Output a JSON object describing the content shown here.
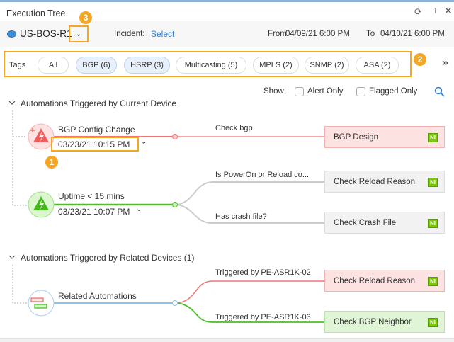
{
  "window": {
    "title": "Execution Tree"
  },
  "header": {
    "device": "US-BOS-R1",
    "incident_label": "Incident:",
    "incident_value": "Select",
    "from_label": "From",
    "from_value": "04/09/21 6:00 PM",
    "to_label": "To",
    "to_value": "04/10/21 6:00 PM"
  },
  "tags": {
    "label": "Tags",
    "items": [
      {
        "label": "All",
        "selected": false
      },
      {
        "label": "BGP (6)",
        "selected": true
      },
      {
        "label": "HSRP (3)",
        "selected": true
      },
      {
        "label": "Multicasting (5)",
        "selected": false
      },
      {
        "label": "MPLS (2)",
        "selected": false
      },
      {
        "label": "SNMP (2)",
        "selected": false
      },
      {
        "label": "ASA (2)",
        "selected": false
      }
    ],
    "more": "»"
  },
  "filters": {
    "show_label": "Show:",
    "alert_only": "Alert Only",
    "flagged_only": "Flagged Only",
    "alert_checked": false,
    "flagged_checked": false
  },
  "callouts": {
    "one": "1",
    "two": "2",
    "three": "3"
  },
  "section1": {
    "title": "Automations Triggered by Current Device",
    "nodes": [
      {
        "title": "BGP Config Change",
        "time": "03/23/21 10:15 PM",
        "status": "alert",
        "branches": [
          {
            "label": "Check bgp",
            "action": "BGP Design",
            "badge": "NI"
          }
        ]
      },
      {
        "title": "Uptime < 15 mins",
        "time": "03/23/21 10:07 PM",
        "status": "ok",
        "branches": [
          {
            "label": "Is PowerOn or Reload co...",
            "action": "Check Reload Reason",
            "badge": "NI"
          },
          {
            "label": "Has crash file?",
            "action": "Check Crash File",
            "badge": "NI"
          }
        ]
      }
    ]
  },
  "section2": {
    "title": "Automations Triggered by Related Devices (1)",
    "node": {
      "title": "Related Automations",
      "branches": [
        {
          "label": "Triggered by PE-ASR1K-02",
          "action": "Check Reload Reason",
          "badge": "NI"
        },
        {
          "label": "Triggered by PE-ASR1K-03",
          "action": "Check BGP Neighbor",
          "badge": "NI"
        }
      ]
    }
  },
  "colors": {
    "accent": "#2f7fd8",
    "alert": "#f27474",
    "ok": "#4cbf26",
    "related": "#8fc0ec",
    "callout": "#f5a623"
  }
}
